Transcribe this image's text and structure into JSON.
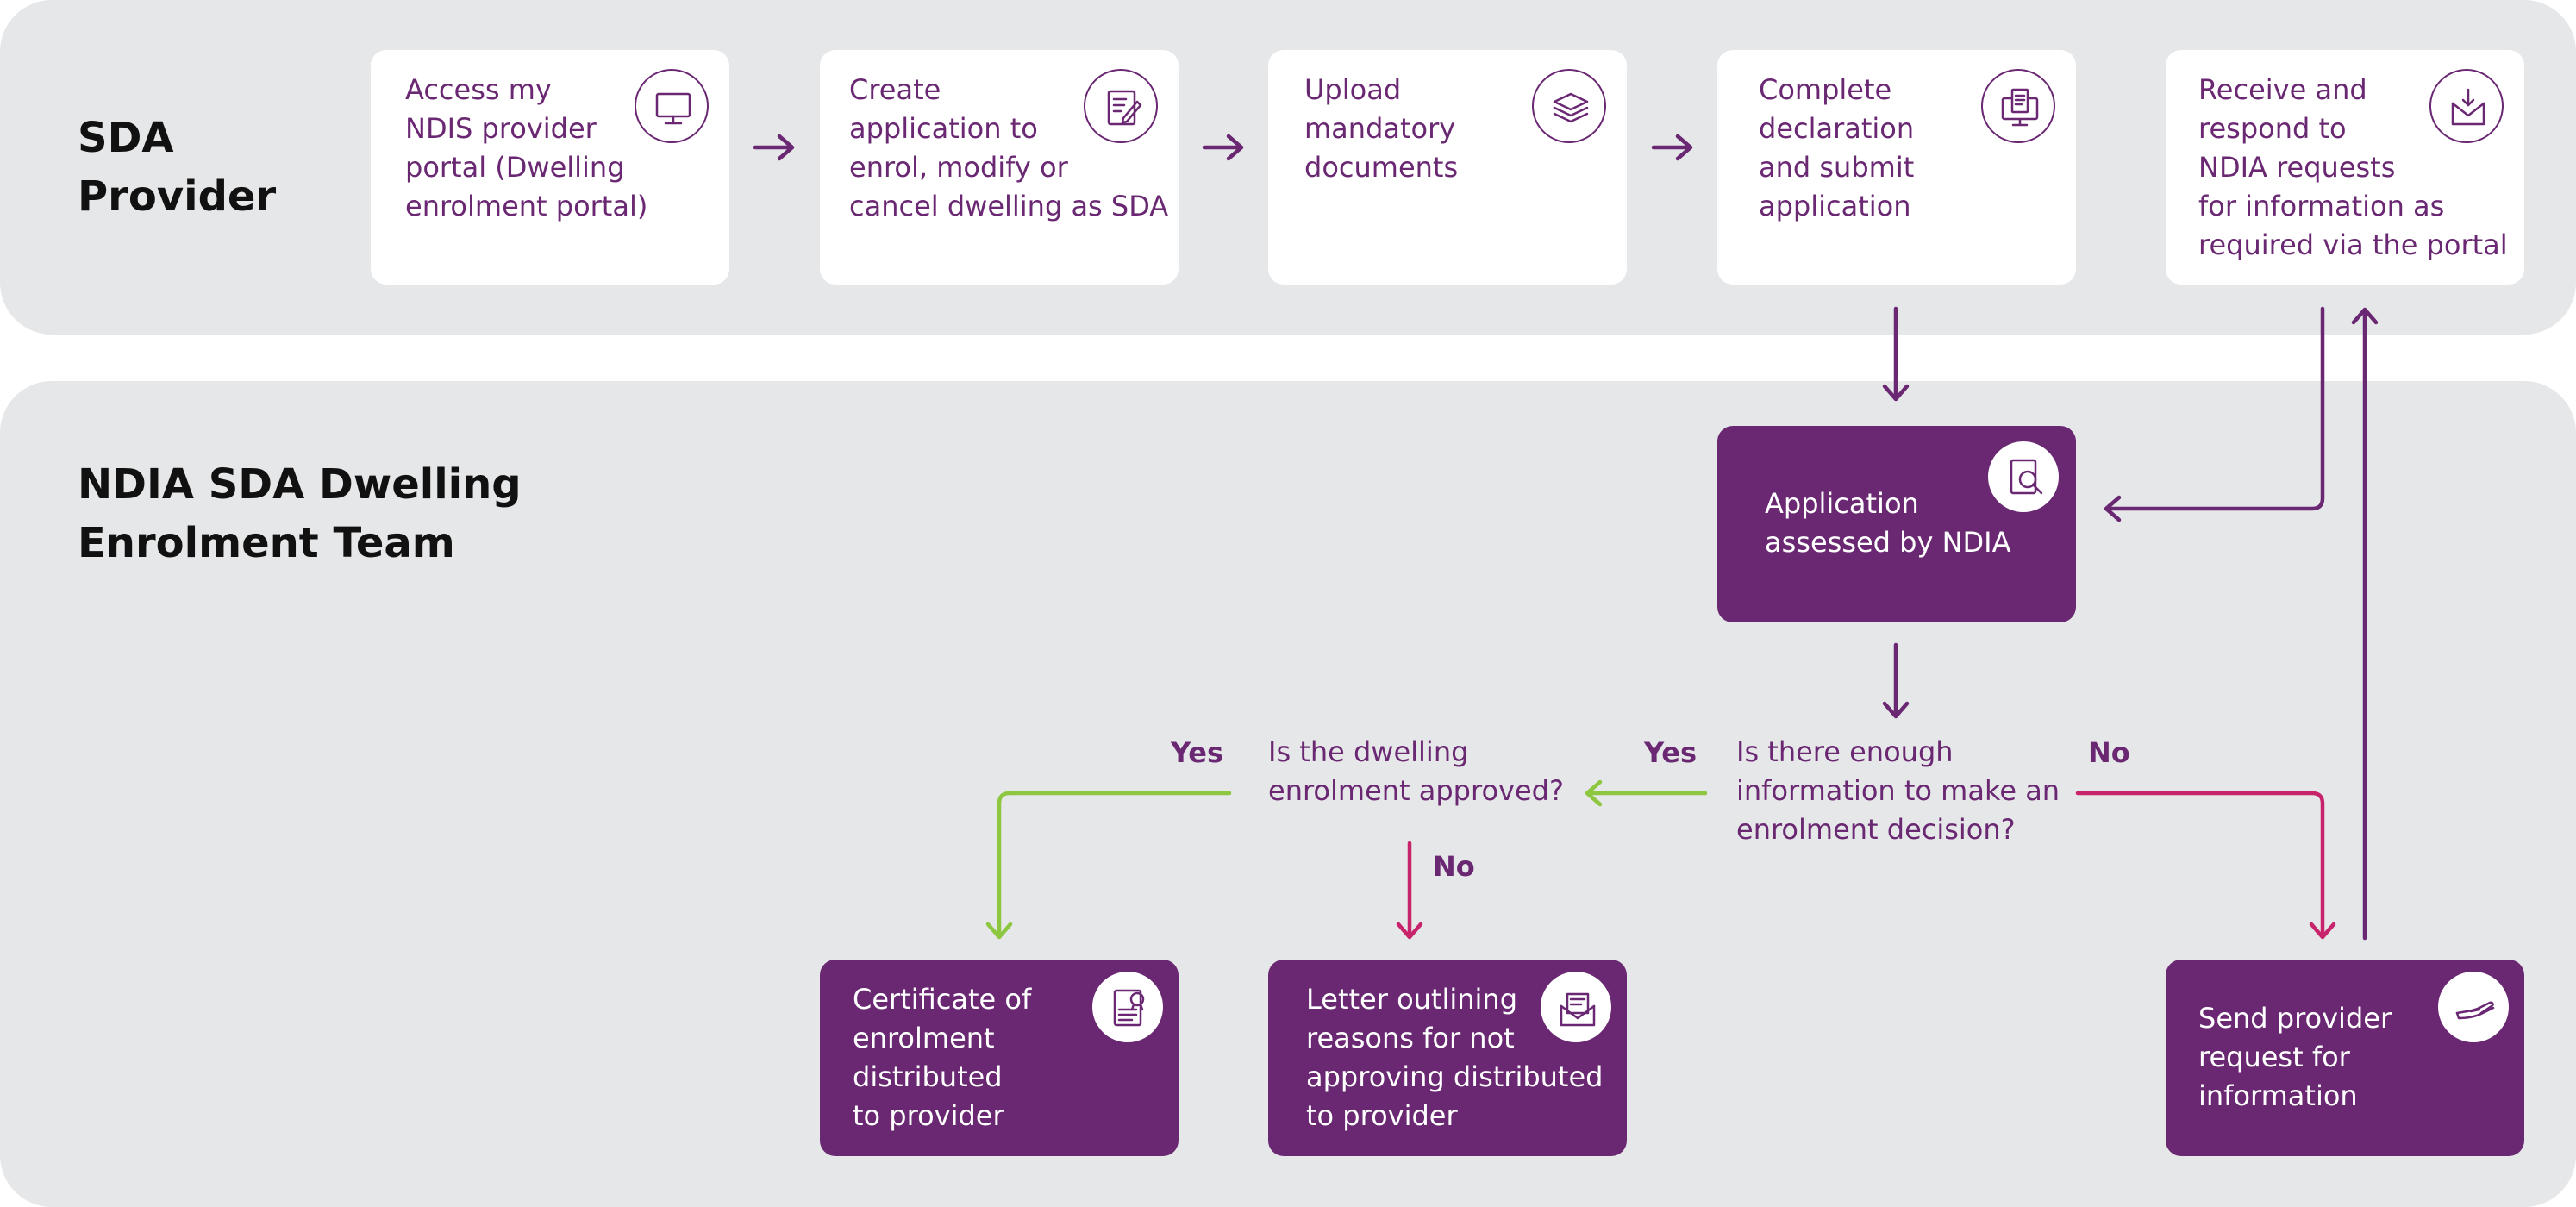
{
  "lanes": {
    "provider": {
      "title": "SDA\nProvider"
    },
    "ndia": {
      "title": "NDIA SDA Dwelling\nEnrolment Team"
    }
  },
  "steps": {
    "access_portal": {
      "text": "Access my\nNDIS provider\nportal (Dwelling\nenrolment portal)",
      "icon": "monitor-icon"
    },
    "create_application": {
      "text": "Create\napplication to\nenrol, modify or\ncancel dwelling as SDA",
      "icon": "edit-document-icon"
    },
    "upload_documents": {
      "text": "Upload\nmandatory\ndocuments",
      "icon": "layers-icon"
    },
    "complete_declaration": {
      "text": "Complete\ndeclaration\nand submit\napplication",
      "icon": "computer-document-icon"
    },
    "respond_requests": {
      "text": "Receive and\nrespond to\nNDIA requests\nfor information as\nrequired via the portal",
      "icon": "inbox-icon"
    },
    "assessed": {
      "text": "Application\nassessed by NDIA",
      "icon": "magnifier-document-icon"
    },
    "certificate": {
      "text": "Certificate of\nenrolment\ndistributed\nto provider",
      "icon": "certificate-icon"
    },
    "letter": {
      "text": "Letter outlining\nreasons for not\napproving distributed\nto provider",
      "icon": "letter-icon"
    },
    "send_request": {
      "text": "Send provider\nrequest for\ninformation",
      "icon": "hand-icon"
    }
  },
  "decisions": {
    "enough_info": {
      "text": "Is there enough\ninformation to make an\nenrolment decision?"
    },
    "approved": {
      "text": "Is the dwelling\nenrolment approved?"
    }
  },
  "labels": {
    "yes": "Yes",
    "no": "No"
  },
  "colors": {
    "purple": "#6a2873",
    "green": "#8dc63f",
    "magenta": "#c8246c",
    "lane": "#e6e7e8"
  }
}
